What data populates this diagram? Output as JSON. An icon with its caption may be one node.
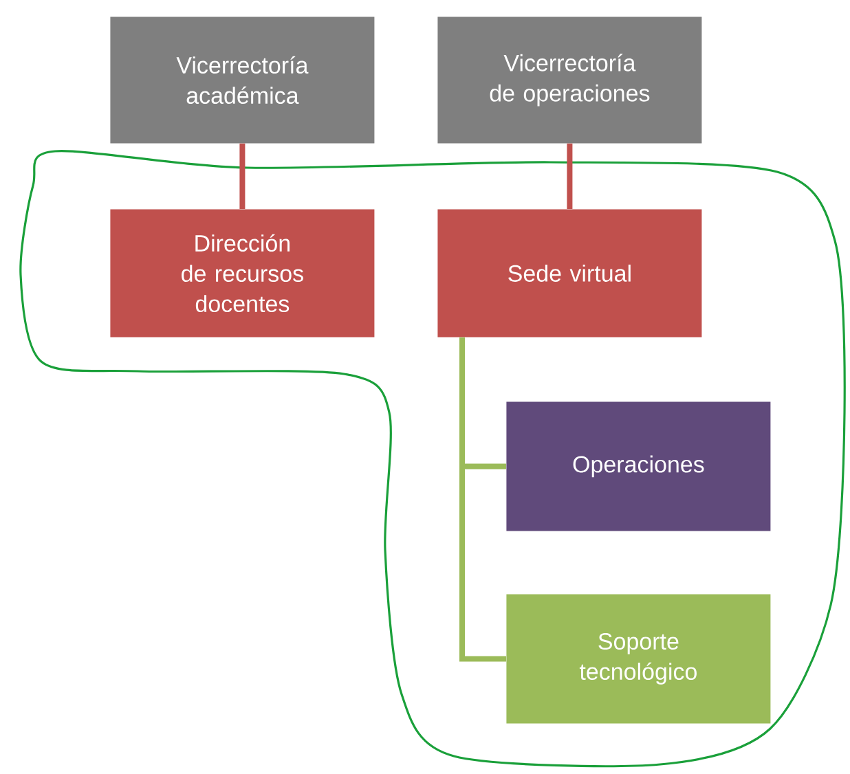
{
  "diagram": {
    "nodes": [
      {
        "text": [
          "Vicerrectoría académica"
        ]
      },
      {
        "text": [
          "Vicerrectoría de operaciones"
        ]
      },
      {
        "text": [
          "Dirección de recursos docentes"
        ]
      },
      {
        "text": [
          "Sede virtual"
        ]
      },
      {
        "text": [
          "Operaciones"
        ]
      },
      {
        "text": [
          "Soporte tecnológico"
        ]
      }
    ],
    "edges": [
      {
        "from": 0,
        "to": 2,
        "arrow": "none",
        "color": "#c0504d"
      },
      {
        "from": 1,
        "to": 3,
        "arrow": "none",
        "color": "#c0504d"
      },
      {
        "from": 3,
        "to": 4,
        "arrow": "none",
        "color": "#9bbb59"
      },
      {
        "from": 3,
        "to": 5,
        "arrow": "none",
        "color": "#9bbb59"
      }
    ]
  }
}
